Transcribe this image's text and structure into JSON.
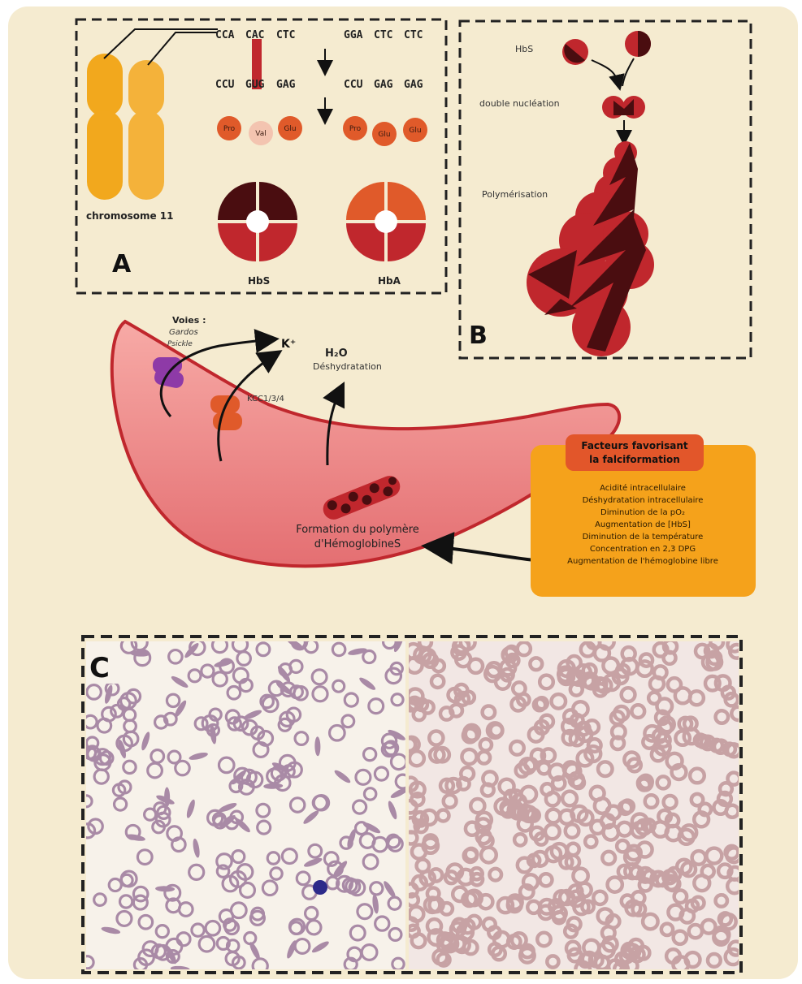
{
  "panelA": {
    "letter": "A",
    "chromosome_label": "chromosome 11",
    "mutant": {
      "row1": [
        "CCA",
        "CAC",
        "CTC"
      ],
      "row2": [
        "CCU",
        "GUG",
        "GAG"
      ],
      "aa": [
        "Pro",
        "Val",
        "Glu"
      ],
      "label": "HbS"
    },
    "normal": {
      "row1": [
        "GGA",
        "CTC",
        "CTC"
      ],
      "row2": [
        "CCU",
        "GAG",
        "GAG"
      ],
      "aa": [
        "Pro",
        "Glu",
        "Glu"
      ],
      "label": "HbA"
    }
  },
  "panelB": {
    "letter": "B",
    "step1": "HbS",
    "step2": "double nucléation",
    "step3": "Polymérisation"
  },
  "cell": {
    "voies_title": "Voies :",
    "voies_items": [
      "Gardos",
      "Psickle"
    ],
    "kplus": "K⁺",
    "kcc": "KCC1/3/4",
    "water": "H₂O",
    "dehydration": "Déshydratation",
    "polymer_line1": "Formation du polymère",
    "polymer_line2": "d'HémoglobineS"
  },
  "factors": {
    "title_line1": "Facteurs favorisant",
    "title_line2": "la falciformation",
    "items": [
      "Acidité intracellulaire",
      "Déshydratation intracellulaire",
      "Diminution de la pO₂",
      "Augmentation de [HbS]",
      "Diminution de la température",
      "Concentration en 2,3 DPG",
      "Augmentation de l'hémoglobine libre"
    ]
  },
  "panelC": {
    "letter": "C"
  },
  "colors": {
    "background": "#f5ebd0",
    "chromosome": "#f2a81d",
    "dark_red": "#4a0d10",
    "red": "#c0272d",
    "orange_red": "#e05a2a",
    "cell_fill": "#ec8a8a",
    "factors_box": "#f5a21b",
    "factors_title": "#e2562a"
  }
}
